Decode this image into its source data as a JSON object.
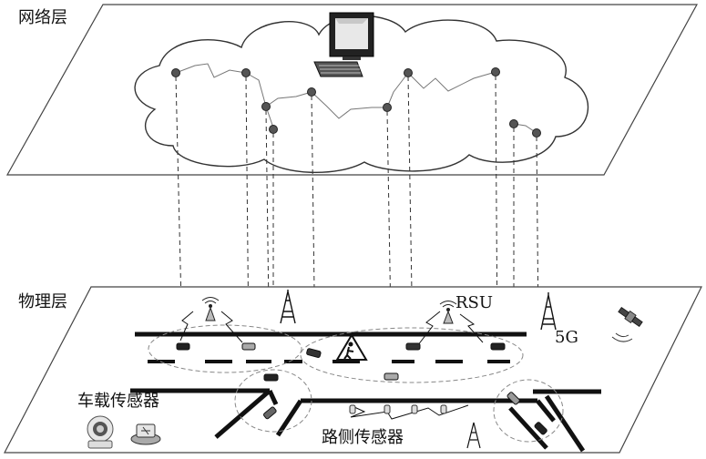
{
  "layers": {
    "network_label": "网络层",
    "physical_label": "物理层"
  },
  "labels": {
    "vehicle_sensor": "车载传感器",
    "roadside_sensor": "路侧传感器",
    "rsu": "RSU",
    "five_g": "5G"
  },
  "icons": [
    "computer-icon",
    "antenna-icon",
    "cell-tower-icon",
    "satellite-icon",
    "car-icon",
    "road-worker-icon",
    "camera-icon",
    "radar-icon"
  ]
}
